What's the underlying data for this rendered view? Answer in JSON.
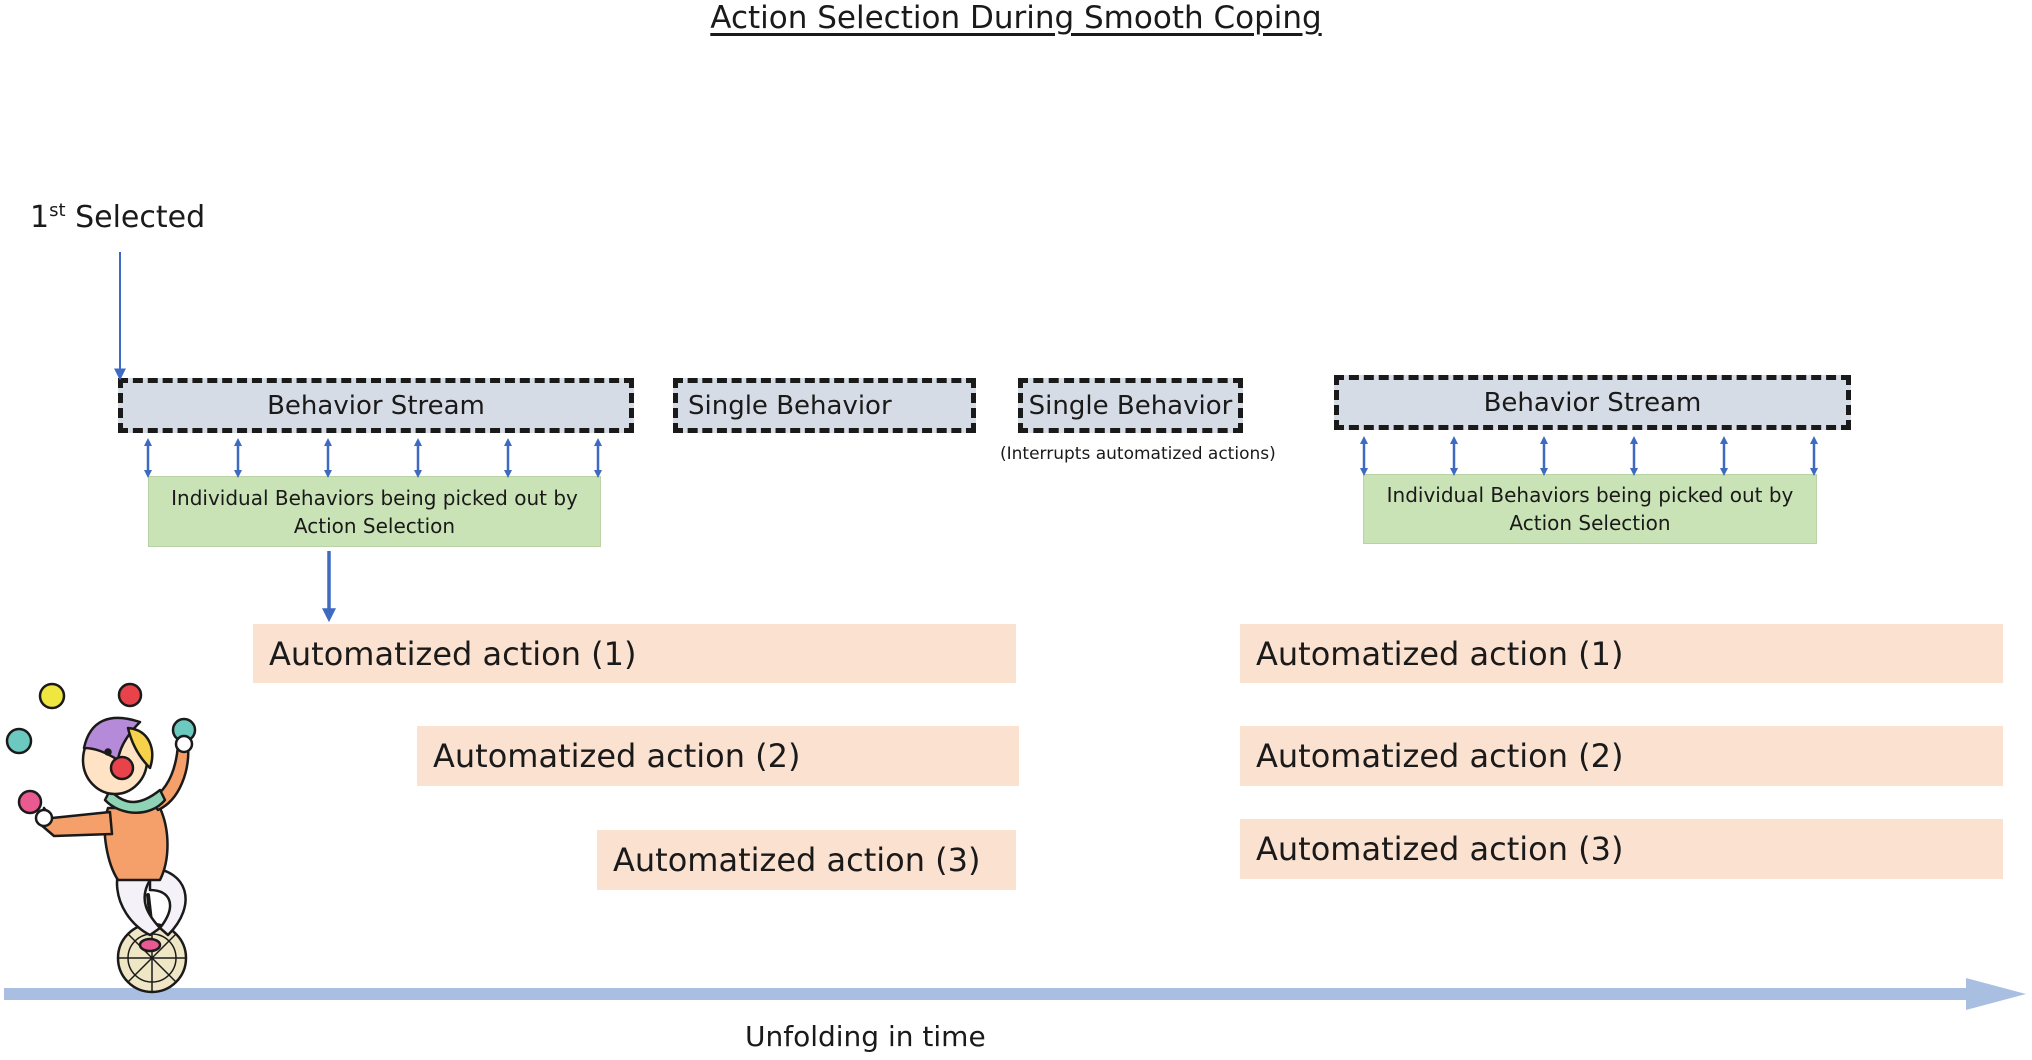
{
  "title": "Action Selection During Smooth Coping",
  "first_selected": {
    "ordinal": "1",
    "suffix": "st",
    "text": " Selected"
  },
  "behavior_stream_left": "Behavior Stream",
  "single_behavior_1": "Single Behavior",
  "single_behavior_2": "Single Behavior",
  "interrupt_note": "(Interrupts automatized actions)",
  "behavior_stream_right": "Behavior Stream",
  "individual_left": {
    "line1": "Individual Behaviors being picked out by",
    "line2": "Action Selection"
  },
  "individual_right": {
    "line1": "Individual Behaviors being picked out by",
    "line2": "Action Selection"
  },
  "left_actions": [
    "Automatized action (1)",
    "Automatized action (2)",
    "Automatized action (3)"
  ],
  "right_actions": [
    "Automatized action (1)",
    "Automatized action (2)",
    "Automatized action (3)"
  ],
  "axis_label": "Unfolding in time",
  "illustration": "juggler-on-unicycle",
  "colors": {
    "stream_fill": "#d6dce5",
    "selection_fill": "#c9e3b6",
    "action_fill": "#fbe1d0",
    "arrow_blue": "#3e6bc1",
    "timeline_blue": "#a9bfe2"
  }
}
